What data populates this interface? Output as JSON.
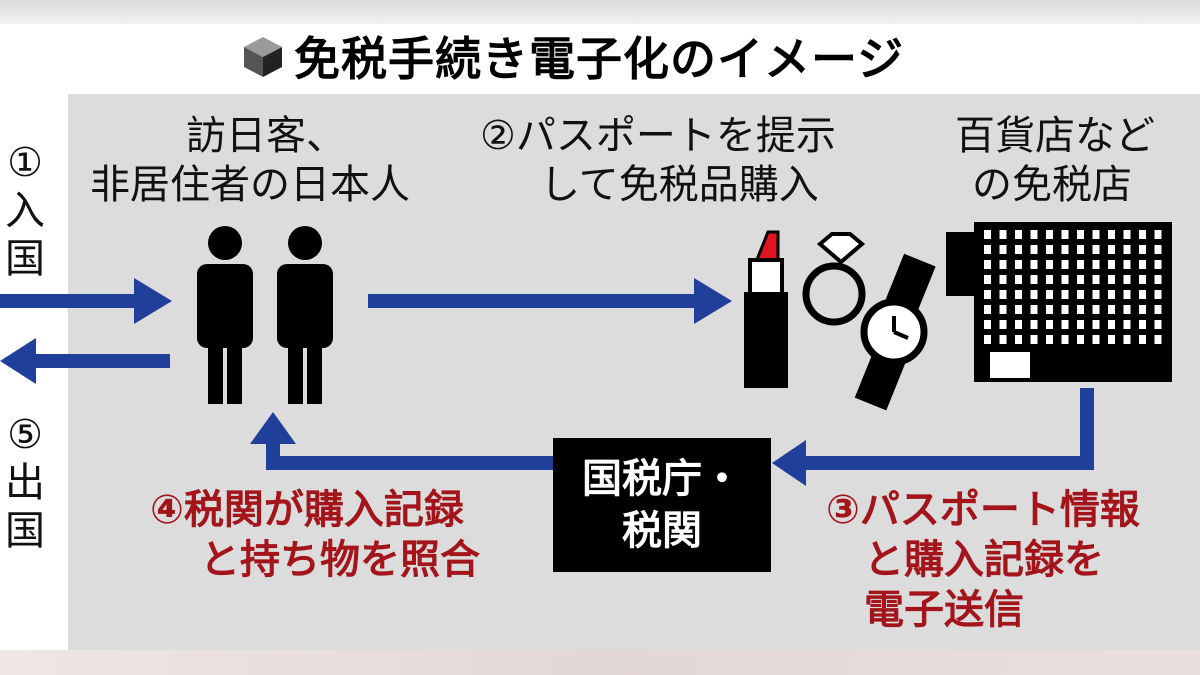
{
  "title": "免税手続き電子化のイメージ",
  "icon": "cube-icon",
  "visitor_label": [
    "訪日客、",
    "非居住者の日本人"
  ],
  "purchase_label": [
    "②パスポートを提示",
    "して免税品購入"
  ],
  "store_label": [
    "百貨店など",
    "の免税店"
  ],
  "entry_label": [
    "①",
    "入",
    "国"
  ],
  "exit_label": [
    "⑤",
    "出",
    "国"
  ],
  "agency_label": [
    "国税庁・",
    "税関"
  ],
  "customs_label": [
    "④税関が購入記録",
    "と持ち物を照合"
  ],
  "transmit_label": [
    "③パスポート情報",
    "と購入記録を",
    "電子送信"
  ],
  "colors": {
    "arrow": "#1f3f9a",
    "red_text": "#a3141b",
    "panel": "#dcdcdc",
    "lipstick": "#e0141e"
  }
}
